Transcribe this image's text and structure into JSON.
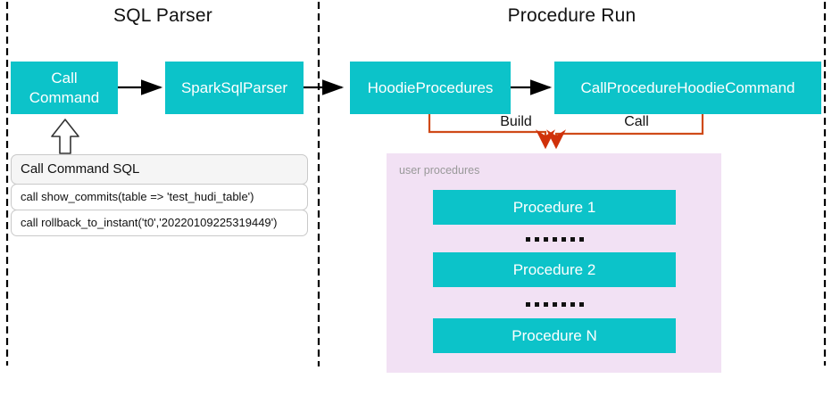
{
  "diagram": {
    "sections": [
      {
        "title": "SQL Parser"
      },
      {
        "title": "Procedure Run"
      }
    ],
    "nodes": {
      "call_command": "Call Command",
      "spark_sql_parser": "SparkSqlParser",
      "hoodie_procedures": "HoodieProcedures",
      "call_procedure_hoodie_command": "CallProcedureHoodieCommand"
    },
    "edge_labels": {
      "build": "Build",
      "call": "Call"
    },
    "sql_box": {
      "title": "Call Command SQL",
      "rows": [
        "call show_commits(table => 'test_hudi_table')",
        "call rollback_to_instant('t0','20220109225319449')"
      ]
    },
    "user_procedures": {
      "label": "user procedures",
      "items": [
        "Procedure 1",
        "Procedure 2",
        "Procedure N"
      ]
    },
    "colors": {
      "node_teal": "#0cc3c9",
      "orange_connector": "#cf4a18",
      "orange_arrowhead": "#d0310a",
      "container_purple": "#f2e1f4",
      "flow_arrow_black": "#000000"
    }
  }
}
